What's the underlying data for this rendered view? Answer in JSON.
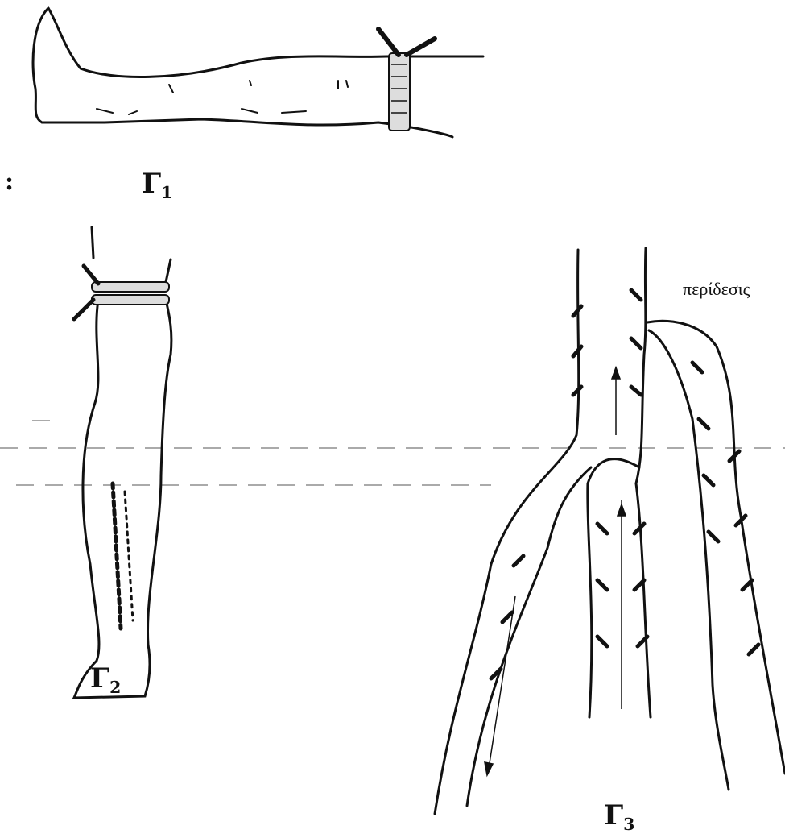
{
  "figures": [
    {
      "id": "G1",
      "letter": "Γ",
      "sub": "1"
    },
    {
      "id": "G2",
      "letter": "Γ",
      "sub": "2"
    },
    {
      "id": "G3",
      "letter": "Γ",
      "sub": "3"
    }
  ],
  "annotation": "περίδεσις",
  "colon": ":"
}
